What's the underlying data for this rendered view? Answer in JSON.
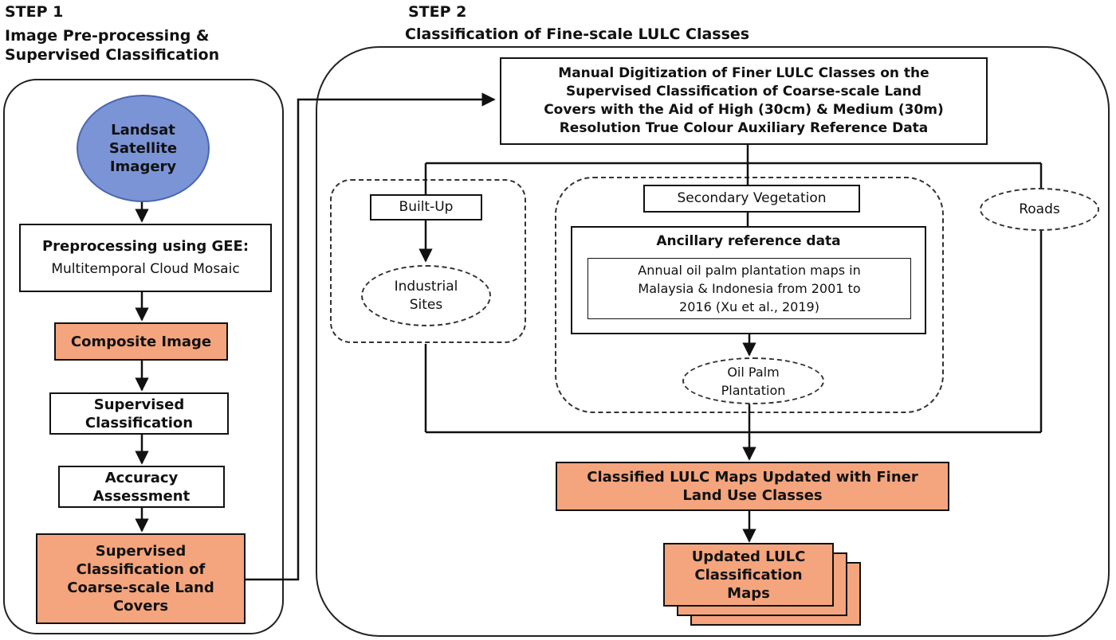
{
  "step1": {
    "label": "STEP 1",
    "title_line1": "Image Pre-processing &",
    "title_line2": "Supervised Classification",
    "landsat": [
      "Landsat",
      "Satellite",
      "Imagery"
    ],
    "preprocessing_title": "Preprocessing using GEE:",
    "preprocessing_sub": "Multitemporal Cloud Mosaic",
    "composite": "Composite Image",
    "supervised": [
      "Supervised",
      "Classification"
    ],
    "accuracy": [
      "Accuracy",
      "Assessment"
    ],
    "coarse": [
      "Supervised",
      "Classification of",
      "Coarse-scale Land",
      "Covers"
    ]
  },
  "step2": {
    "label": "STEP 2",
    "title": "Classification of Fine-scale LULC Classes",
    "manual": [
      "Manual Digitization of Finer LULC Classes on the",
      "Supervised Classification of Coarse-scale Land",
      "Covers with the Aid of High (30cm) & Medium (30m)",
      "Resolution True Colour Auxiliary Reference Data"
    ],
    "built_up": "Built-Up",
    "industrial": [
      "Industrial",
      "Sites"
    ],
    "secondary_vegetation": "Secondary Vegetation",
    "ancillary_title": "Ancillary reference data",
    "ancillary_text": [
      "Annual oil palm plantation maps in",
      "Malaysia & Indonesia from 2001 to",
      "2016 (Xu et al., 2019)"
    ],
    "oil_palm": [
      "Oil Palm",
      "Plantation"
    ],
    "roads": "Roads",
    "classified": [
      "Classified LULC Maps Updated with Finer",
      "Land Use Classes"
    ],
    "updated": [
      "Updated LULC",
      "Classification",
      "Maps"
    ]
  },
  "colors": {
    "orange_fill": "#f4a57d",
    "blue_fill": "#7b94d6",
    "blue_stroke": "#4a66b0",
    "stroke": "#111111"
  }
}
